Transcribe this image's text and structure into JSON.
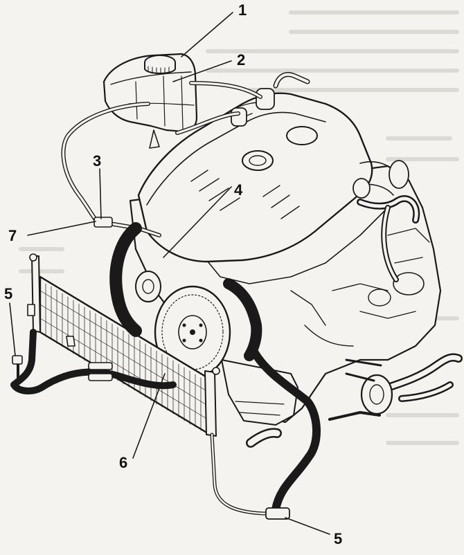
{
  "callouts": [
    {
      "id": "c1",
      "label": "1"
    },
    {
      "id": "c2",
      "label": "2"
    },
    {
      "id": "c3",
      "label": "3"
    },
    {
      "id": "c4",
      "label": "4"
    },
    {
      "id": "c5a",
      "label": "5"
    },
    {
      "id": "c5b",
      "label": "5"
    },
    {
      "id": "c6",
      "label": "6"
    },
    {
      "id": "c7",
      "label": "7"
    }
  ],
  "colors": {
    "paper": "#f4f3ef",
    "ink": "#1a1a1a",
    "bleed_through_text": "#dcdad4"
  }
}
